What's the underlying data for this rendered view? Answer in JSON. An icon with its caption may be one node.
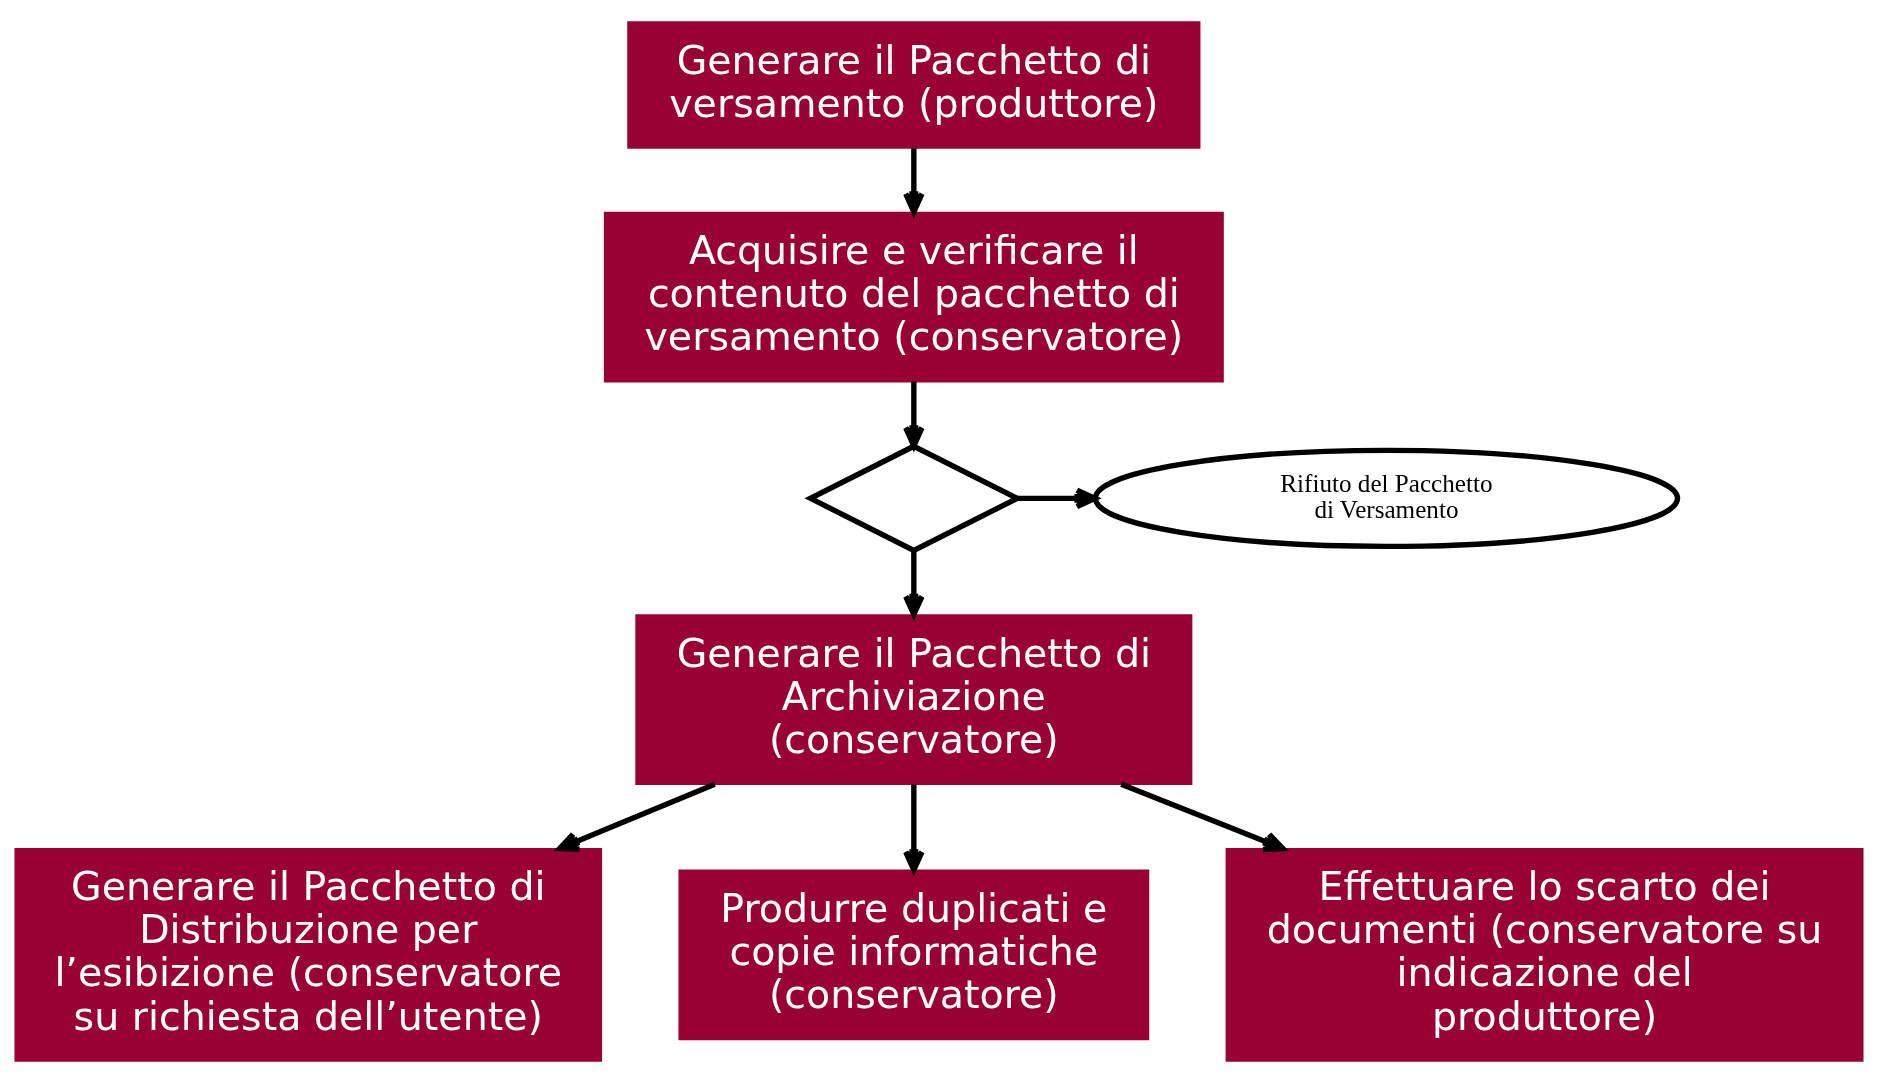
{
  "diagram": {
    "nodes": [
      {
        "text": [
          "Generare il Pacchetto di versamento (produttore)"
        ]
      },
      {
        "text": [
          "Acquisire e verificare il contenuto del pacchetto di versamento (conservatore)"
        ]
      },
      {
        "text": [],
        "shape": "diamond"
      },
      {
        "text": [
          "Rifiuto del Pacchetto di Versamento"
        ]
      },
      {
        "text": [
          "Generare il Pacchetto di Archiviazione (conservatore)"
        ]
      },
      {
        "text": [
          "Generare il Pacchetto di Distribuzione per l’esibizione (conservatore su richiesta dell’utente)"
        ]
      },
      {
        "text": [
          "Produrre duplicati e copie informatiche (conservatore)"
        ]
      },
      {
        "text": [
          "Effettuare lo scarto dei documenti (conservatore su indicazione del produttore)"
        ]
      }
    ],
    "edges": [
      {
        "from": 0,
        "to": 1,
        "arrow": "to"
      },
      {
        "from": 1,
        "to": 2,
        "arrow": "to"
      },
      {
        "from": 2,
        "to": 3,
        "arrow": "to"
      },
      {
        "from": 2,
        "to": 4,
        "arrow": "to"
      },
      {
        "from": 4,
        "to": 5,
        "arrow": "to"
      },
      {
        "from": 4,
        "to": 6,
        "arrow": "to"
      },
      {
        "from": 4,
        "to": 7,
        "arrow": "to"
      }
    ]
  }
}
